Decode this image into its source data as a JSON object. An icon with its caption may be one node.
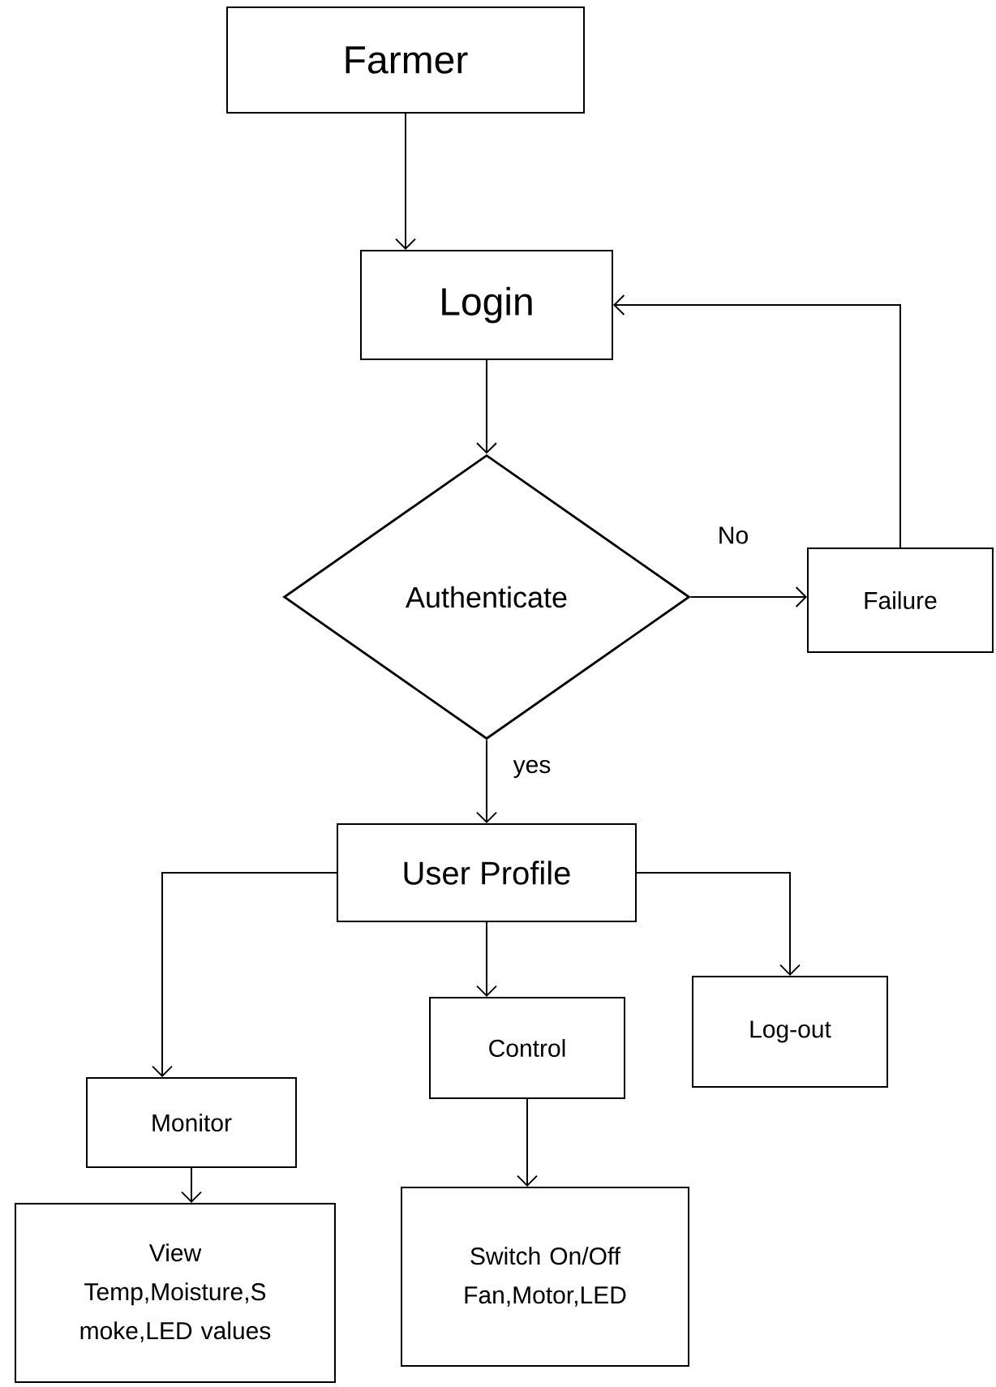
{
  "diagram": {
    "nodes": [
      {
        "text": [
          "Farmer"
        ]
      },
      {
        "text": [
          "Login"
        ]
      },
      {
        "text": [
          "Authenticate"
        ]
      },
      {
        "text": [
          "Failure"
        ]
      },
      {
        "text": [
          "User Profile"
        ]
      },
      {
        "text": [
          "Monitor"
        ]
      },
      {
        "text": [
          "Control"
        ]
      },
      {
        "text": [
          "Log-out"
        ]
      },
      {
        "text": [
          "View Temp,Moisture,S moke,LED values"
        ]
      },
      {
        "text": [
          "Switch On/Off Fan,Motor,LED"
        ]
      }
    ],
    "edges": [
      {
        "from": 0,
        "to": 1,
        "arrow": "to"
      },
      {
        "from": 1,
        "to": 2,
        "arrow": "to"
      },
      {
        "from": 2,
        "to": 3,
        "arrow": "to",
        "label": "No"
      },
      {
        "from": 3,
        "to": 1,
        "arrow": "to"
      },
      {
        "from": 2,
        "to": 4,
        "arrow": "to",
        "label": "yes"
      },
      {
        "from": 4,
        "to": 5,
        "arrow": "to"
      },
      {
        "from": 4,
        "to": 6,
        "arrow": "to"
      },
      {
        "from": 4,
        "to": 7,
        "arrow": "to"
      },
      {
        "from": 5,
        "to": 8,
        "arrow": "to"
      },
      {
        "from": 6,
        "to": 9,
        "arrow": "to"
      }
    ]
  }
}
